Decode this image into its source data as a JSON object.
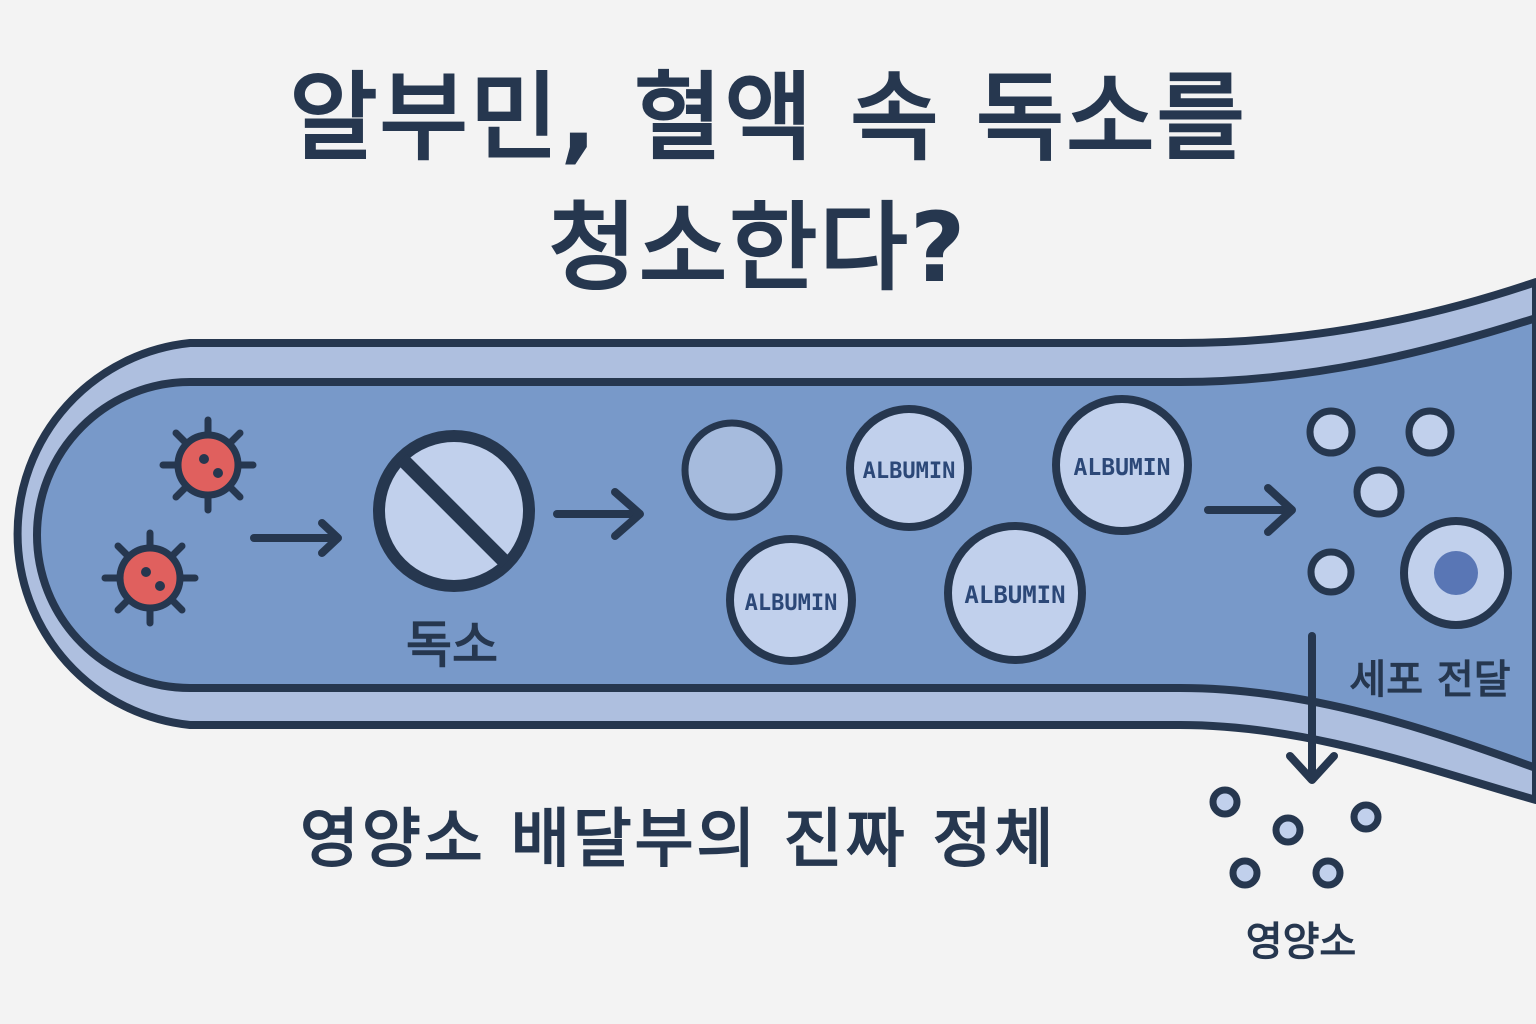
{
  "title": {
    "line1": "알부민, 혈액 속 독소를",
    "line2": "청소한다?"
  },
  "subtitle": "영양소 배달부의 진짜 정체",
  "labels": {
    "toxin": "독소",
    "cell_delivery": "세포 전달",
    "nutrients": "영양소",
    "albumin": "ALBUMIN"
  },
  "icons": {
    "virus": "virus-icon",
    "blocked": "prohibited-icon",
    "arrow": "arrow-right-icon",
    "arrow_down": "arrow-down-icon",
    "cell": "cell-icon"
  },
  "colors": {
    "vessel_inner": "#7899c9",
    "vessel_wall": "#aebfdf",
    "outline": "#26374f",
    "virus": "#e0605e",
    "albumin_fill": "#c1d0ec",
    "background": "#f3f3f3"
  }
}
